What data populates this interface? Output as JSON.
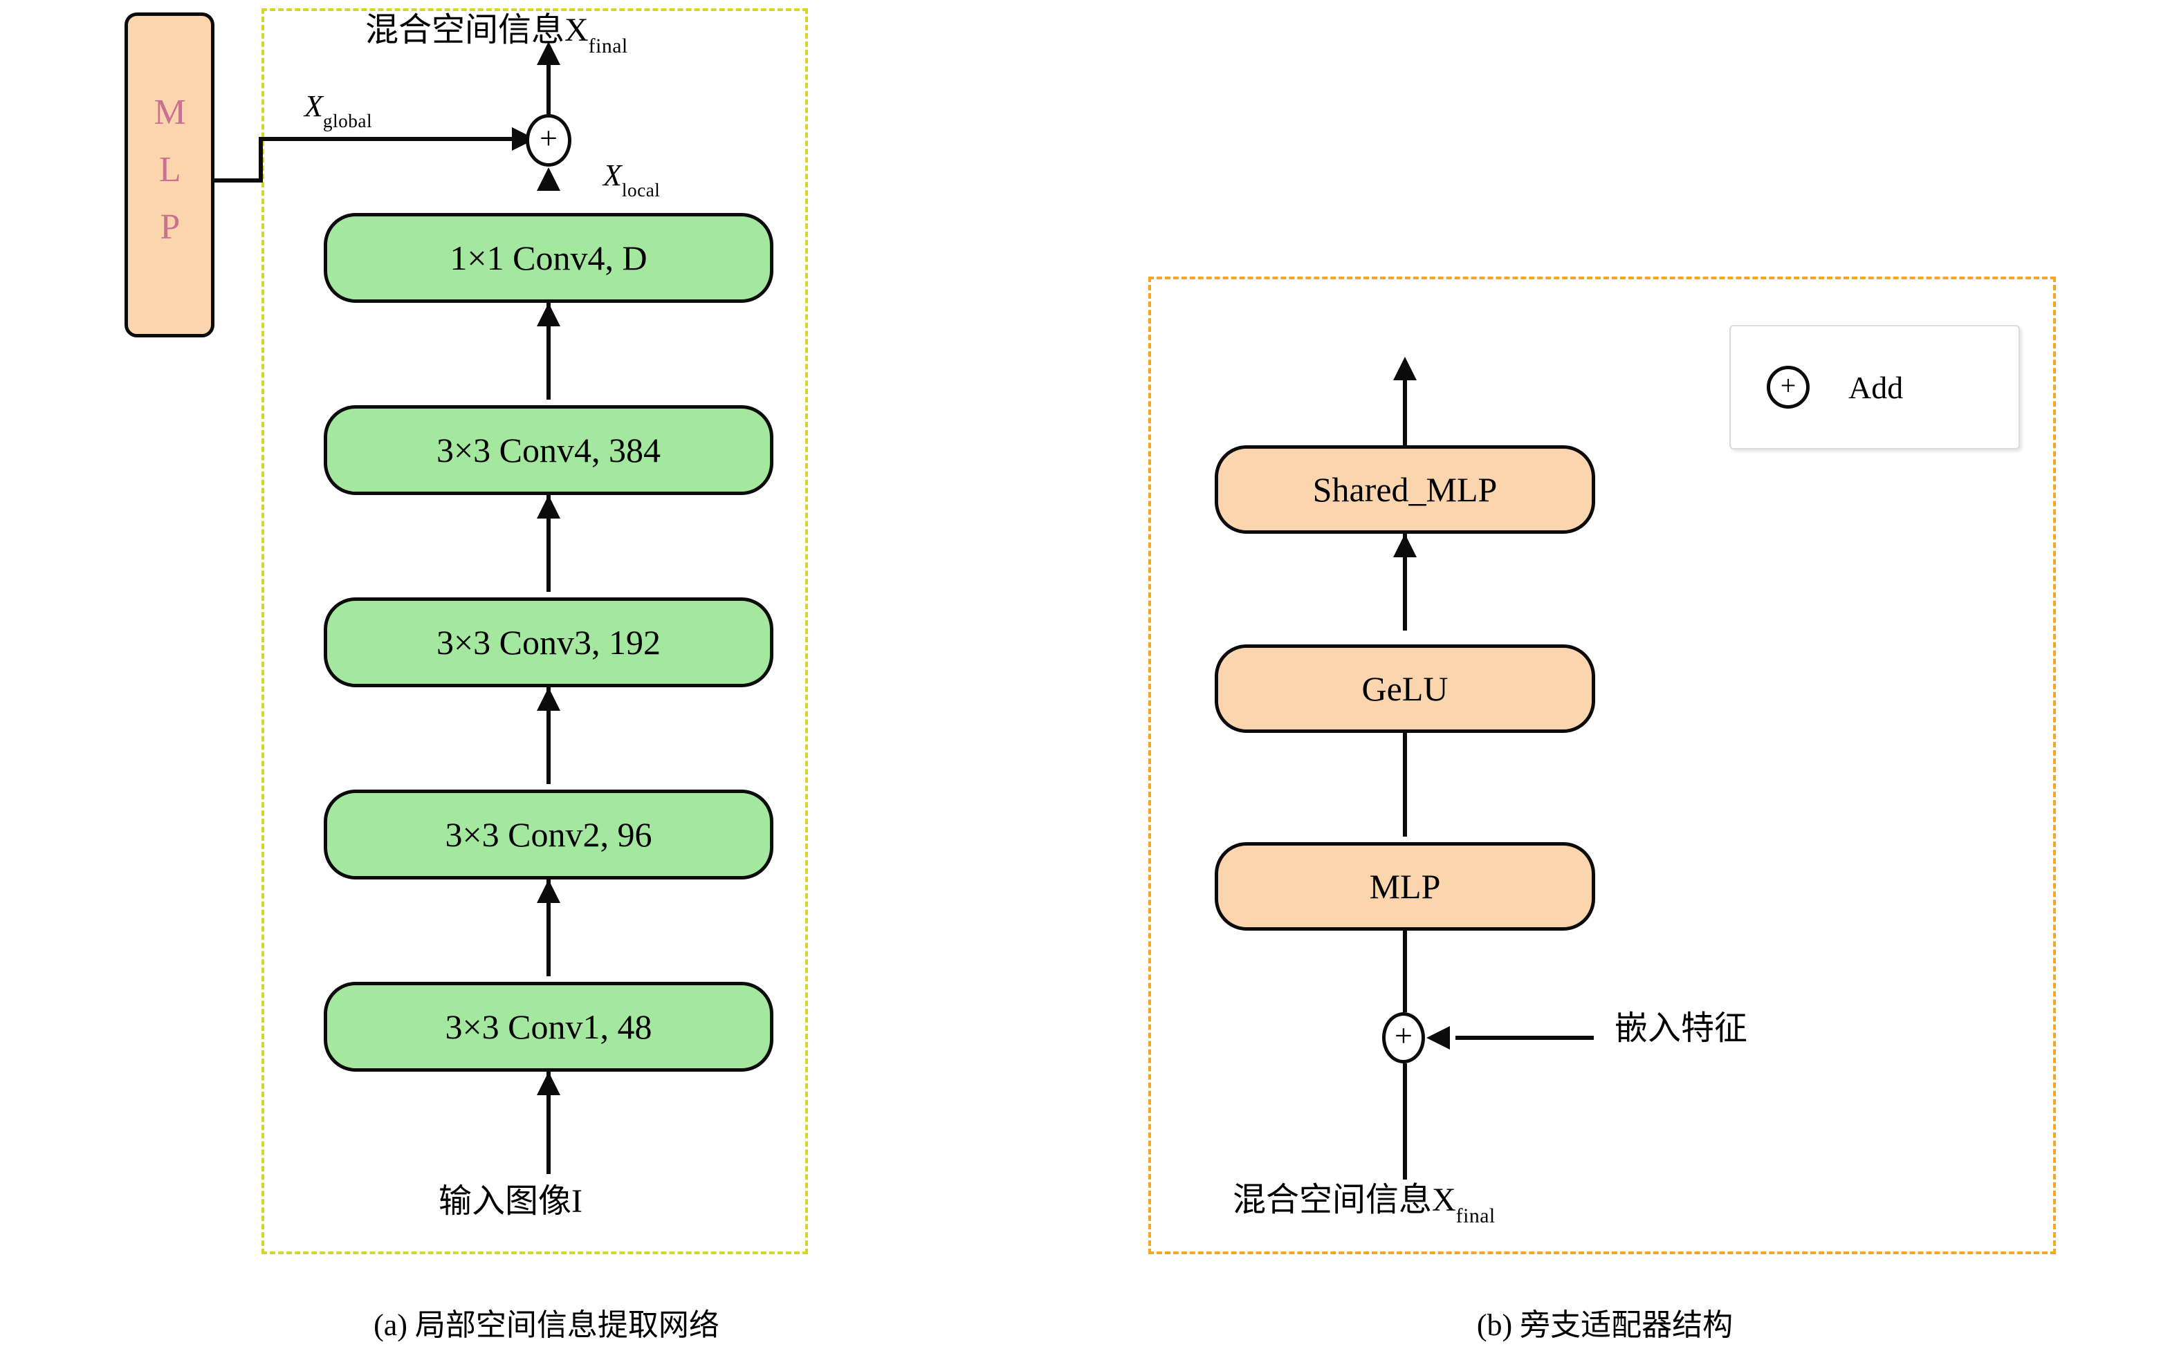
{
  "figure": {
    "panel_a": {
      "caption": "(a) 局部空间信息提取网络",
      "output_label_text": "混合空间信息X",
      "output_label_sub": "final",
      "global_label_text": "X",
      "global_label_sub": "global",
      "local_label_text": "X",
      "local_label_sub": "local",
      "input_label": "输入图像I",
      "side_block_label": "MLP",
      "add_symbol": "+",
      "blocks": [
        {
          "label": "1×1 Conv4, D"
        },
        {
          "label": "3×3 Conv4, 384"
        },
        {
          "label": "3×3 Conv3, 192"
        },
        {
          "label": "3×3 Conv2, 96"
        },
        {
          "label": "3×3 Conv1, 48"
        }
      ]
    },
    "panel_b": {
      "caption": "(b) 旁支适配器结构",
      "blocks": [
        {
          "label": "Shared_MLP"
        },
        {
          "label": "GeLU"
        },
        {
          "label": "MLP"
        }
      ],
      "add_symbol": "+",
      "side_input_label": "嵌入特征",
      "input_label_text": "混合空间信息X",
      "input_label_sub": "final",
      "legend": {
        "symbol": "+",
        "label": "Add"
      }
    },
    "colors": {
      "conv_block_fill": "#a4e8a0",
      "mlp_block_fill": "#fbd5ae",
      "panel_a_border": "#d6d62a",
      "panel_b_border": "#f5a623",
      "stroke": "#0b0b0b",
      "mlp_text": "#c9718f"
    }
  }
}
